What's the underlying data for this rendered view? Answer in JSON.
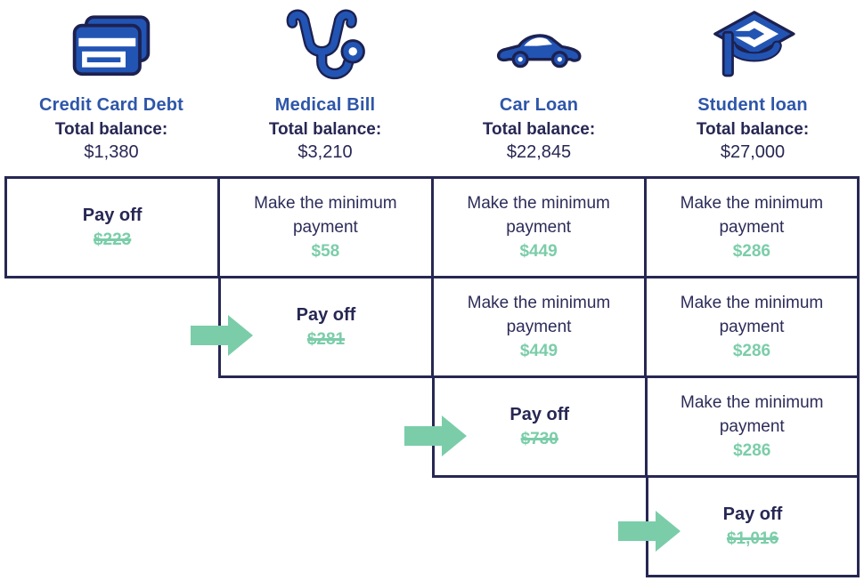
{
  "palette": {
    "navy_text": "#272754",
    "title_blue": "#2e56a9",
    "icon_blue": "#2254b4",
    "icon_outline": "#1c2150",
    "green": "#7bcda9",
    "background": "#ffffff"
  },
  "columns": [
    {
      "icon": "credit-card-icon",
      "title": "Credit Card Debt",
      "balance_label": "Total balance:",
      "balance": "$1,380"
    },
    {
      "icon": "stethoscope-icon",
      "title": "Medical Bill",
      "balance_label": "Total balance:",
      "balance": "$3,210"
    },
    {
      "icon": "car-icon",
      "title": "Car Loan",
      "balance_label": "Total balance:",
      "balance": "$22,845"
    },
    {
      "icon": "graduation-cap-icon",
      "title": "Student loan",
      "balance_label": "Total balance:",
      "balance": "$27,000"
    }
  ],
  "plan": {
    "rows": [
      {
        "step": 1,
        "arrow": false,
        "cells": [
          {
            "type": "payoff",
            "label": "Pay off",
            "amount": "$223",
            "struck": true
          },
          {
            "type": "minimum",
            "label": "Make the minimum payment",
            "amount": "$58",
            "struck": false
          },
          {
            "type": "minimum",
            "label": "Make the minimum payment",
            "amount": "$449",
            "struck": false
          },
          {
            "type": "minimum",
            "label": "Make the minimum payment",
            "amount": "$286",
            "struck": false
          }
        ]
      },
      {
        "step": 2,
        "arrow": true,
        "cells": [
          {
            "type": "payoff",
            "label": "Pay off",
            "amount": "$281",
            "struck": true
          },
          {
            "type": "minimum",
            "label": "Make the minimum payment",
            "amount": "$449",
            "struck": false
          },
          {
            "type": "minimum",
            "label": "Make the minimum payment",
            "amount": "$286",
            "struck": false
          }
        ]
      },
      {
        "step": 3,
        "arrow": true,
        "cells": [
          {
            "type": "payoff",
            "label": "Pay off",
            "amount": "$730",
            "struck": true
          },
          {
            "type": "minimum",
            "label": "Make the minimum payment",
            "amount": "$286",
            "struck": false
          }
        ]
      },
      {
        "step": 4,
        "arrow": true,
        "cells": [
          {
            "type": "payoff",
            "label": "Pay off",
            "amount": "$1,016",
            "struck": true
          }
        ]
      }
    ]
  }
}
